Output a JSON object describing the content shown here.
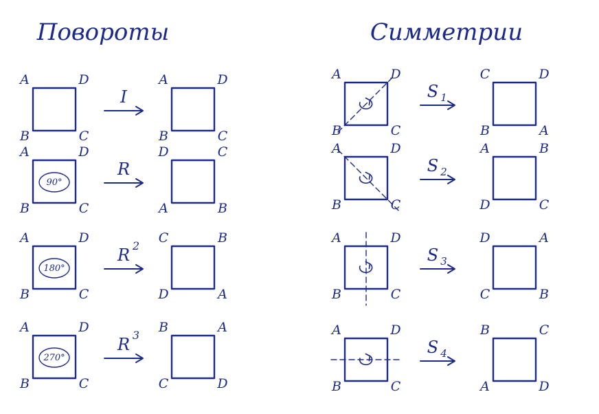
{
  "titles": {
    "left": "Повороты",
    "right": "Симметрии"
  },
  "ink_color": "#1b2a8a",
  "rotations": [
    {
      "op": "I",
      "sup": "",
      "mark": "",
      "src": [
        "A",
        "D",
        "B",
        "C"
      ],
      "dst": [
        "A",
        "D",
        "B",
        "C"
      ]
    },
    {
      "op": "R",
      "sup": "",
      "mark": "90°",
      "src": [
        "A",
        "D",
        "B",
        "C"
      ],
      "dst": [
        "D",
        "C",
        "A",
        "B"
      ]
    },
    {
      "op": "R",
      "sup": "2",
      "mark": "180°",
      "src": [
        "A",
        "D",
        "B",
        "C"
      ],
      "dst": [
        "C",
        "B",
        "D",
        "A"
      ]
    },
    {
      "op": "R",
      "sup": "3",
      "mark": "270°",
      "src": [
        "A",
        "D",
        "B",
        "C"
      ],
      "dst": [
        "B",
        "A",
        "C",
        "D"
      ]
    }
  ],
  "symmetries": [
    {
      "op": "S",
      "sub": "1",
      "axis": "anti-diagonal",
      "src": [
        "A",
        "D",
        "B",
        "C"
      ],
      "dst": [
        "C",
        "D",
        "B",
        "A"
      ]
    },
    {
      "op": "S",
      "sub": "2",
      "axis": "main-diagonal",
      "src": [
        "A",
        "D",
        "B",
        "C"
      ],
      "dst": [
        "A",
        "B",
        "D",
        "C"
      ]
    },
    {
      "op": "S",
      "sub": "3",
      "axis": "vertical",
      "src": [
        "A",
        "D",
        "B",
        "C"
      ],
      "dst": [
        "D",
        "A",
        "C",
        "B"
      ]
    },
    {
      "op": "S",
      "sub": "4",
      "axis": "horizontal",
      "src": [
        "A",
        "D",
        "B",
        "C"
      ],
      "dst": [
        "B",
        "C",
        "A",
        "D"
      ]
    }
  ]
}
